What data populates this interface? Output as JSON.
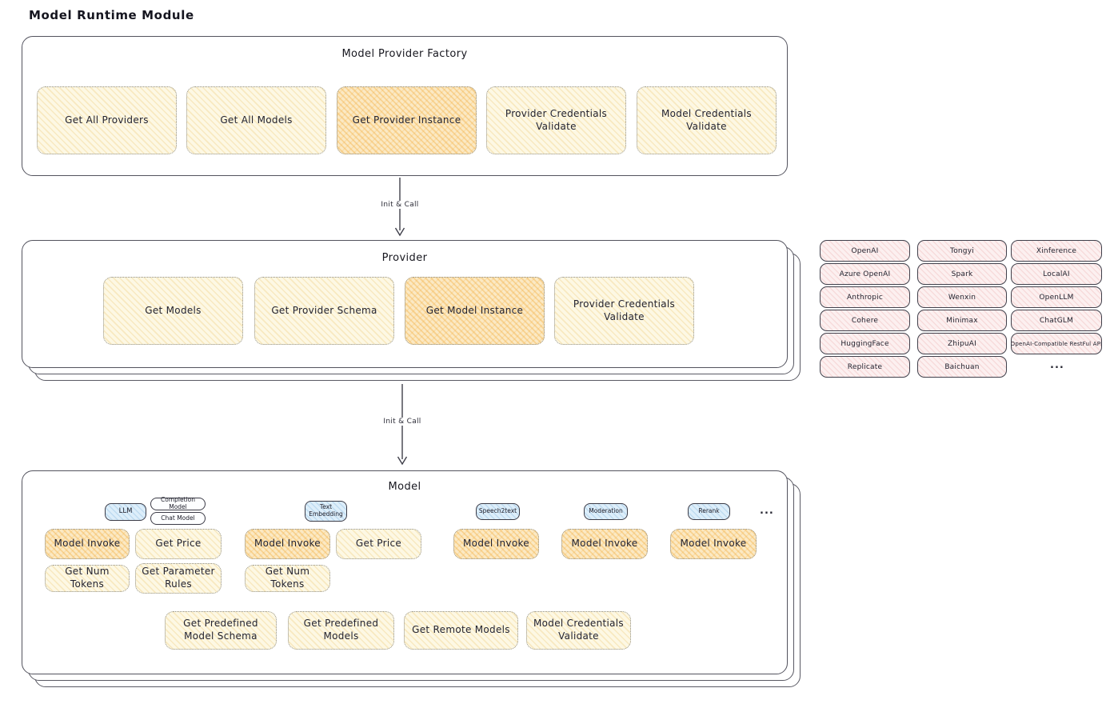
{
  "title": "Model Runtime Module",
  "arrow_label": "Init & Call",
  "factory": {
    "title": "Model Provider Factory",
    "buttons": [
      {
        "label": "Get All Providers",
        "highlighted": false
      },
      {
        "label": "Get All Models",
        "highlighted": false
      },
      {
        "label": "Get Provider Instance",
        "highlighted": true
      },
      {
        "label": "Provider Credentials Validate",
        "highlighted": false
      },
      {
        "label": "Model Credentials Validate",
        "highlighted": false
      }
    ]
  },
  "provider": {
    "title": "Provider",
    "buttons": [
      {
        "label": "Get Models",
        "highlighted": false
      },
      {
        "label": "Get Provider Schema",
        "highlighted": false
      },
      {
        "label": "Get Model Instance",
        "highlighted": true
      },
      {
        "label": "Provider Credentials Validate",
        "highlighted": false
      }
    ]
  },
  "providers_list": {
    "columns": [
      [
        "OpenAI",
        "Azure OpenAI",
        "Anthropic",
        "Cohere",
        "HuggingFace",
        "Replicate"
      ],
      [
        "Tongyi",
        "Spark",
        "Wenxin",
        "Minimax",
        "ZhipuAI",
        "Baichuan"
      ],
      [
        "Xinference",
        "LocalAI",
        "OpenLLM",
        "ChatGLM",
        "OpenAI-Compatible RestFul API"
      ]
    ],
    "more": "..."
  },
  "model": {
    "title": "Model",
    "chips": {
      "llm": "LLM",
      "completion_model": "Completion Model",
      "chat_model": "Chat Model",
      "text_embedding": "Text Embedding",
      "speech2text": "Speech2text",
      "moderation": "Moderation",
      "rerank": "Rerank"
    },
    "actions": {
      "model_invoke": "Model Invoke",
      "get_price": "Get Price",
      "get_num_tokens": "Get Num Tokens",
      "get_parameter_rules": "Get Parameter Rules"
    },
    "bottom_buttons": [
      "Get Predefined Model Schema",
      "Get Predefined Models",
      "Get Remote Models",
      "Model Credentials Validate"
    ],
    "more": "..."
  },
  "colors": {
    "node_yellow": "#fdf8e4",
    "node_orange": "#fbe9c4",
    "chip_blue": "#ddeefa",
    "provider_pink": "#fcf0f0",
    "box_border": "#53535e",
    "text": "#1f1f2b"
  }
}
